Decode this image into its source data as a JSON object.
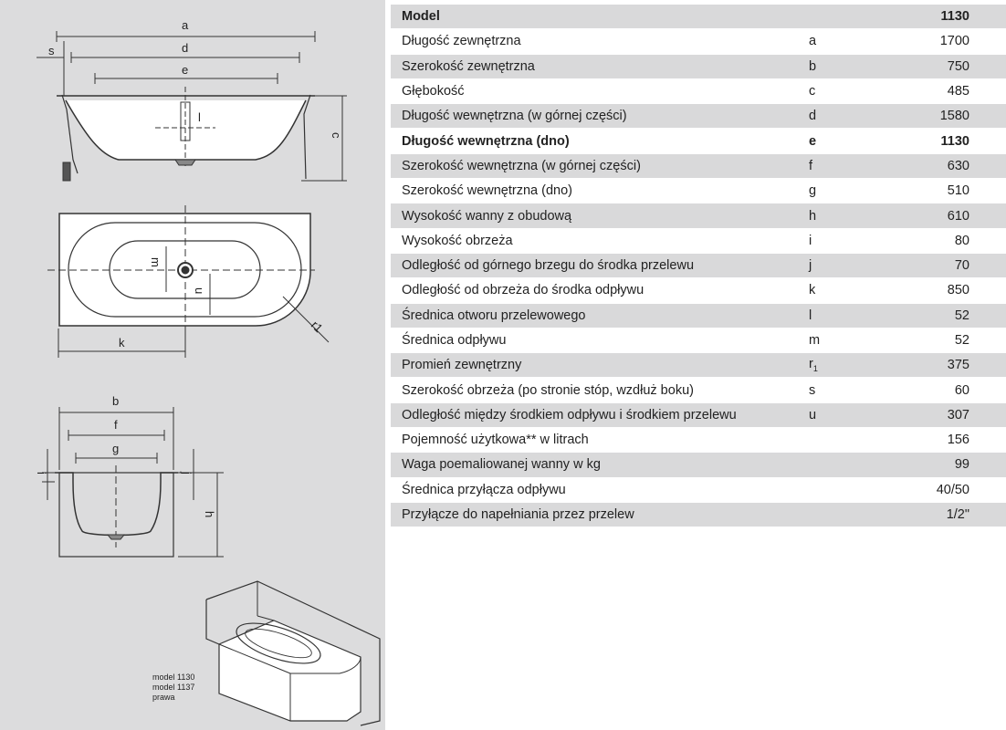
{
  "drawing_labels": {
    "a": "a",
    "d": "d",
    "e": "e",
    "s": "s",
    "c": "c",
    "l": "l",
    "m": "m",
    "u": "u",
    "k": "k",
    "r1": "r1",
    "b": "b",
    "f": "f",
    "g": "g",
    "i": "i",
    "j": "j",
    "h": "h"
  },
  "caption": {
    "line1": "model 1130",
    "line2": "model 1137",
    "line3": "prawa"
  },
  "table": {
    "header": {
      "label": "Model",
      "symbol": "",
      "value": "1130"
    },
    "rows": [
      {
        "label": "Długość zewnętrzna",
        "symbol": "a",
        "value": "1700",
        "bold": false
      },
      {
        "label": "Szerokość zewnętrzna",
        "symbol": "b",
        "value": "750",
        "bold": false
      },
      {
        "label": "Głębokość",
        "symbol": "c",
        "value": "485",
        "bold": false
      },
      {
        "label": "Długość wewnętrzna (w górnej części)",
        "symbol": "d",
        "value": "1580",
        "bold": false
      },
      {
        "label": "Długość wewnętrzna (dno)",
        "symbol": "e",
        "value": "1130",
        "bold": true
      },
      {
        "label": "Szerokość wewnętrzna (w górnej części)",
        "symbol": "f",
        "value": "630",
        "bold": false
      },
      {
        "label": "Szerokość wewnętrzna (dno)",
        "symbol": "g",
        "value": "510",
        "bold": false
      },
      {
        "label": "Wysokość wanny z obudową",
        "symbol": "h",
        "value": "610",
        "bold": false
      },
      {
        "label": "Wysokość obrzeża",
        "symbol": "i",
        "value": "80",
        "bold": false
      },
      {
        "label": "Odległość od górnego brzegu do środka przelewu",
        "symbol": "j",
        "value": "70",
        "bold": false
      },
      {
        "label": "Odległość od obrzeża do środka odpływu",
        "symbol": "k",
        "value": "850",
        "bold": false
      },
      {
        "label": "Średnica otworu przelewowego",
        "symbol": "l",
        "value": "52",
        "bold": false
      },
      {
        "label": "Średnica odpływu",
        "symbol": "m",
        "value": "52",
        "bold": false
      },
      {
        "label": "Promień zewnętrzny",
        "symbol": "r",
        "symbol_sub": "1",
        "value": "375",
        "bold": false
      },
      {
        "label": "Szerokość obrzeża (po stronie stóp, wzdłuż boku)",
        "symbol": "s",
        "value": "60",
        "bold": false
      },
      {
        "label": "Odległość między środkiem odpływu i środkiem przelewu",
        "symbol": "u",
        "value": "307",
        "bold": false
      },
      {
        "label": "Pojemność użytkowa** w litrach",
        "symbol": "",
        "value": "156",
        "bold": false
      },
      {
        "label": "Waga poemaliowanej wanny w kg",
        "symbol": "",
        "value": "99",
        "bold": false
      },
      {
        "label": "Średnica przyłącza odpływu",
        "symbol": "",
        "value": "40/50",
        "bold": false
      },
      {
        "label": "Przyłącze do napełniania przez przelew",
        "symbol": "",
        "value": "1/2\"",
        "bold": false
      }
    ]
  }
}
